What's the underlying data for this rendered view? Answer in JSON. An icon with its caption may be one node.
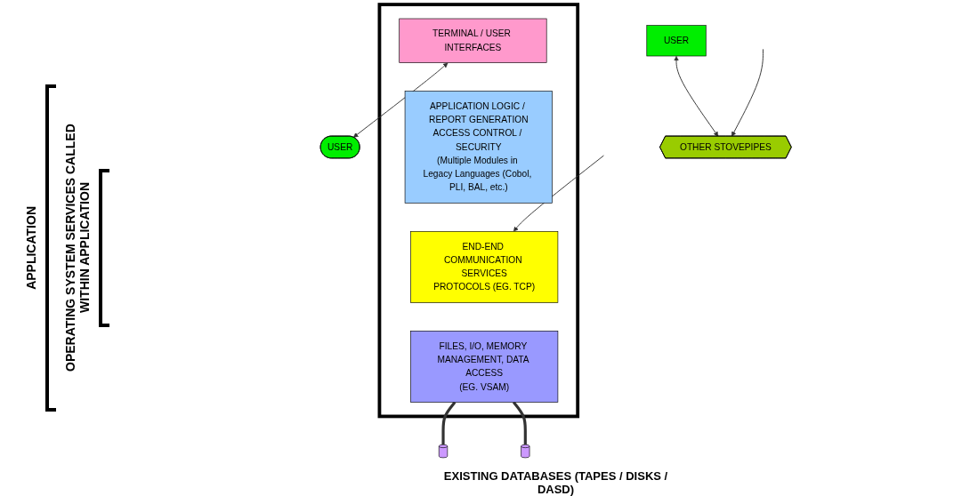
{
  "diagram": {
    "nodes": [
      {
        "text": [],
        "shape": "box"
      },
      {
        "text": [
          "TERMINAL / USER INTERFACES"
        ],
        "in": 0
      },
      {
        "text": [
          "APPLICATION LOGIC / REPORT GENERATION",
          "ACCESS CONTROL / SECURITY",
          "(Multiple Modules in Legacy Languages (Cobol, PLI, BAL, etc.)"
        ],
        "in": 0
      },
      {
        "text": [
          "END-END COMMUNICATION SERVICES",
          "PROTOCOLS (EG. TCP)"
        ],
        "in": 0
      },
      {
        "text": [
          "FILES, I/O, MEMORY MANAGEMENT, DATA ACCESS",
          "(EG. VSAM)"
        ],
        "in": 0
      },
      {
        "text": [
          "USER"
        ]
      },
      {
        "text": [
          "USER"
        ]
      },
      {
        "text": [
          "OTHER STOVEPIPES"
        ]
      },
      {
        "text": [],
        "shape": "cylinder"
      },
      {
        "text": [],
        "shape": "cylinder"
      }
    ],
    "edges": [
      {
        "from": 1,
        "to": 5,
        "arrow": "both"
      },
      {
        "from": 6,
        "to": 7,
        "arrow": "both"
      },
      {
        "from": null,
        "to": 3,
        "arrow": "to"
      },
      {
        "from": null,
        "to": 7,
        "arrow": "to"
      },
      {
        "from": 4,
        "to": 8,
        "arrow": "none",
        "style": "thick"
      },
      {
        "from": 4,
        "to": 9,
        "arrow": "none",
        "style": "thick"
      }
    ],
    "labels": [
      "APPLICATION",
      "OPERATING SYSTEM SERVICES CALLED WITHIN APPLICATION",
      "EXISTING DATABASES (TAPES / DISKS / DASD)"
    ]
  }
}
